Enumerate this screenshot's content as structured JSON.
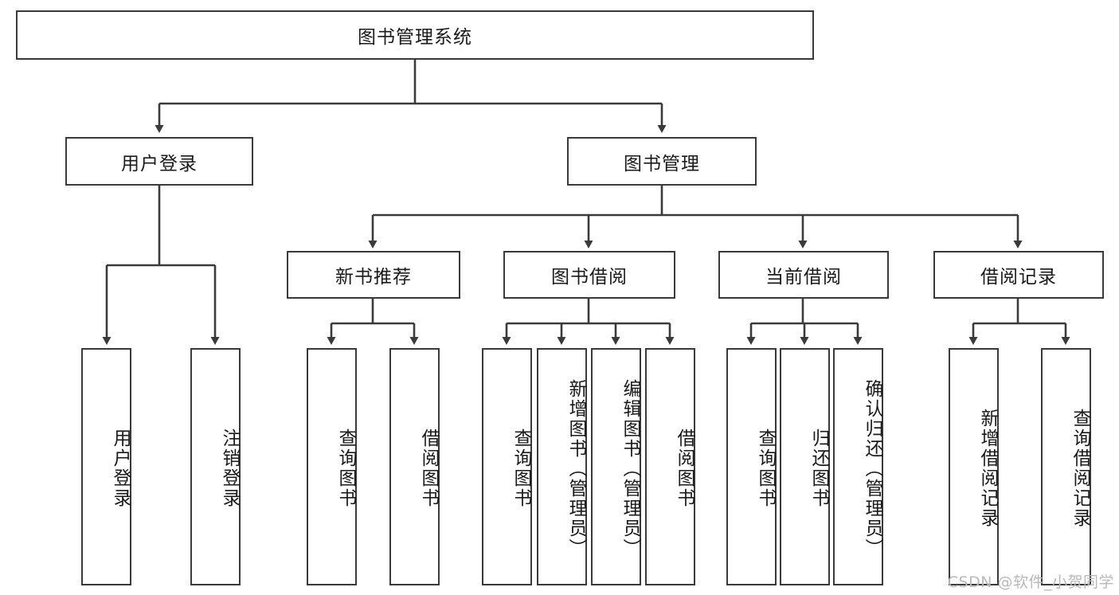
{
  "diagram": {
    "type": "tree",
    "title": "图书管理系统",
    "watermark": "CSDN @软件_小贺同学",
    "colors": {
      "background": "#ffffff",
      "border": "#3a3a3a",
      "connector": "#3a3a3a",
      "text": "#1a1a1a",
      "watermark": "#b9b9b9"
    },
    "nodes": {
      "root": {
        "label": "图书管理系统"
      },
      "level1": [
        {
          "id": "user-login",
          "label": "用户登录"
        },
        {
          "id": "book-manage",
          "label": "图书管理"
        }
      ],
      "level2": [
        {
          "id": "new-book-recommend",
          "label": "新书推荐"
        },
        {
          "id": "book-borrow",
          "label": "图书借阅"
        },
        {
          "id": "current-borrow",
          "label": "当前借阅"
        },
        {
          "id": "borrow-record",
          "label": "借阅记录"
        }
      ],
      "leaves": {
        "user_login": [
          {
            "id": "leaf-user-login",
            "label": "用户登录"
          },
          {
            "id": "leaf-logout",
            "label": "注销登录"
          }
        ],
        "new_book_recommend": [
          {
            "id": "leaf-query-book-1",
            "label": "查询图书"
          },
          {
            "id": "leaf-borrow-book-1",
            "label": "借阅图书"
          }
        ],
        "book_borrow": [
          {
            "id": "leaf-query-book-2",
            "label": "查询图书"
          },
          {
            "id": "leaf-add-book",
            "label": "新增图书（管理员）"
          },
          {
            "id": "leaf-edit-book",
            "label": "编辑图书（管理员）"
          },
          {
            "id": "leaf-borrow-book-2",
            "label": "借阅图书"
          }
        ],
        "current_borrow": [
          {
            "id": "leaf-query-book-3",
            "label": "查询图书"
          },
          {
            "id": "leaf-return-book",
            "label": "归还图书"
          },
          {
            "id": "leaf-confirm-return",
            "label": "确认归还（管理员）"
          }
        ],
        "borrow_record": [
          {
            "id": "leaf-add-record",
            "label": "新增借阅记录"
          },
          {
            "id": "leaf-query-record",
            "label": "查询借阅记录"
          }
        ]
      }
    }
  }
}
